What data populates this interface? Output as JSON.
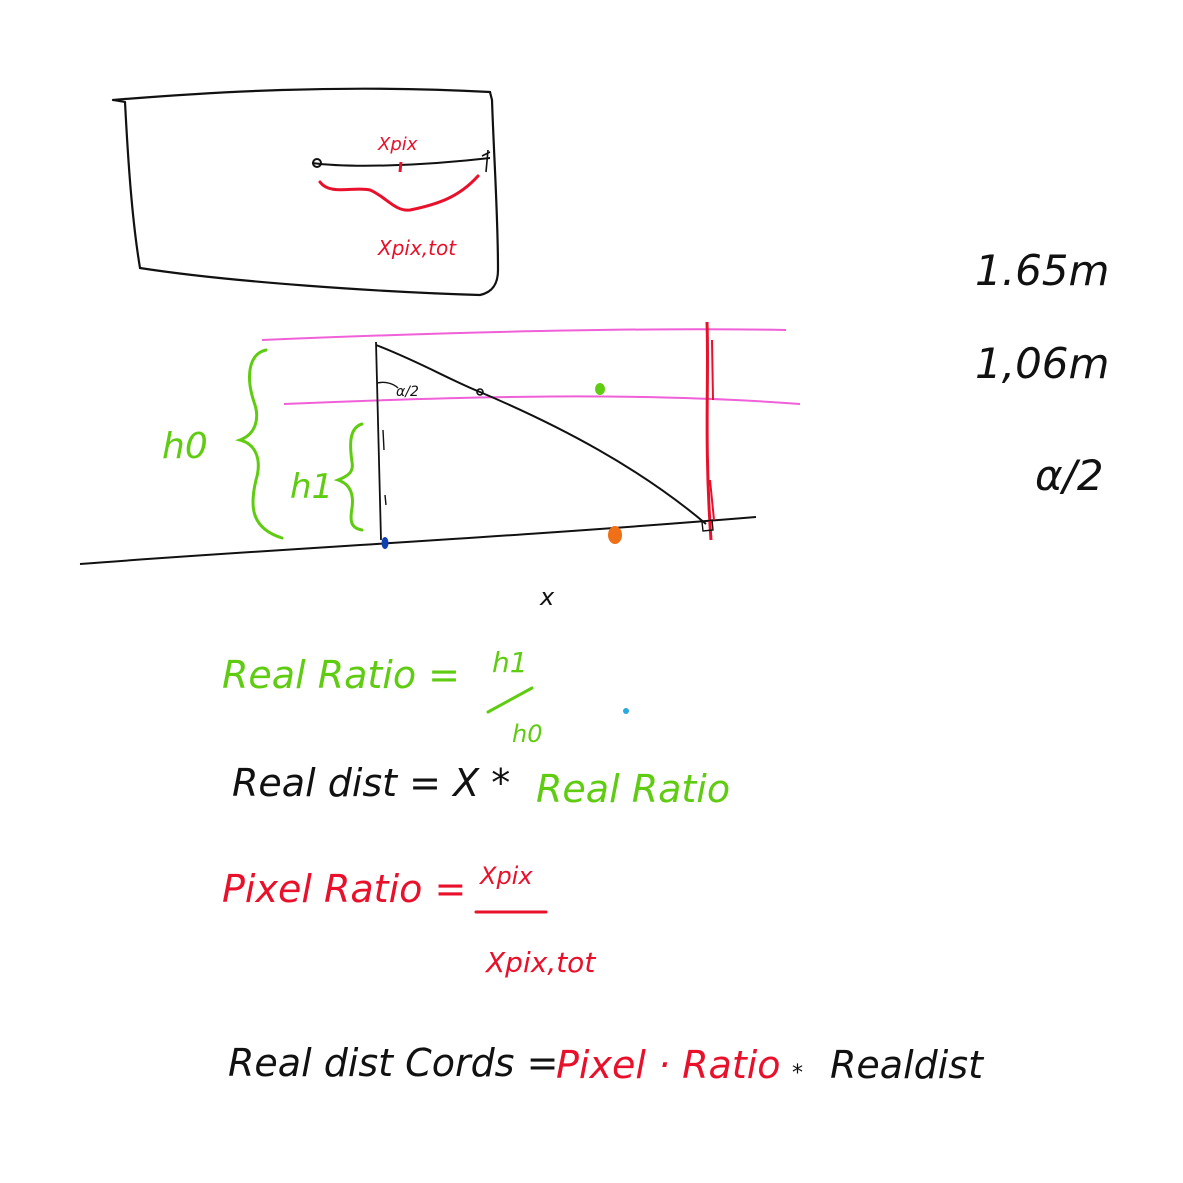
{
  "colors": {
    "black": "#111111",
    "red": "#e8102a",
    "green": "#5fcc12",
    "magenta": "#f060d8",
    "blue": "#1040b0",
    "orange": "#f07018",
    "cyan": "#2aa8e0"
  },
  "screen_sketch": {
    "label_x_pix": "Xpix",
    "label_x_pix_tot": "Xpix,tot"
  },
  "side_sketch": {
    "label_h0": "h0",
    "label_h1": "h1",
    "label_angle": "α/2",
    "label_x": "x"
  },
  "side_notes": {
    "height_1": "1.65m",
    "height_2": "1,06m",
    "angle": "α/2"
  },
  "formulas": {
    "real_ratio_lhs": "Real Ratio =",
    "real_ratio_num": "h1",
    "real_ratio_den": "h0",
    "real_dist_lhs": "Real dist = X *",
    "real_dist_rhs": "Real Ratio",
    "pixel_ratio_lhs": "Pixel Ratio =",
    "pixel_ratio_num": "Xpix",
    "pixel_ratio_den": "Xpix,tot",
    "real_dist_cords_lhs": "Real dist Cords =",
    "real_dist_cords_mid": "Pixel · Ratio",
    "real_dist_cords_op": "*",
    "real_dist_cords_rhs": "Realdist"
  }
}
